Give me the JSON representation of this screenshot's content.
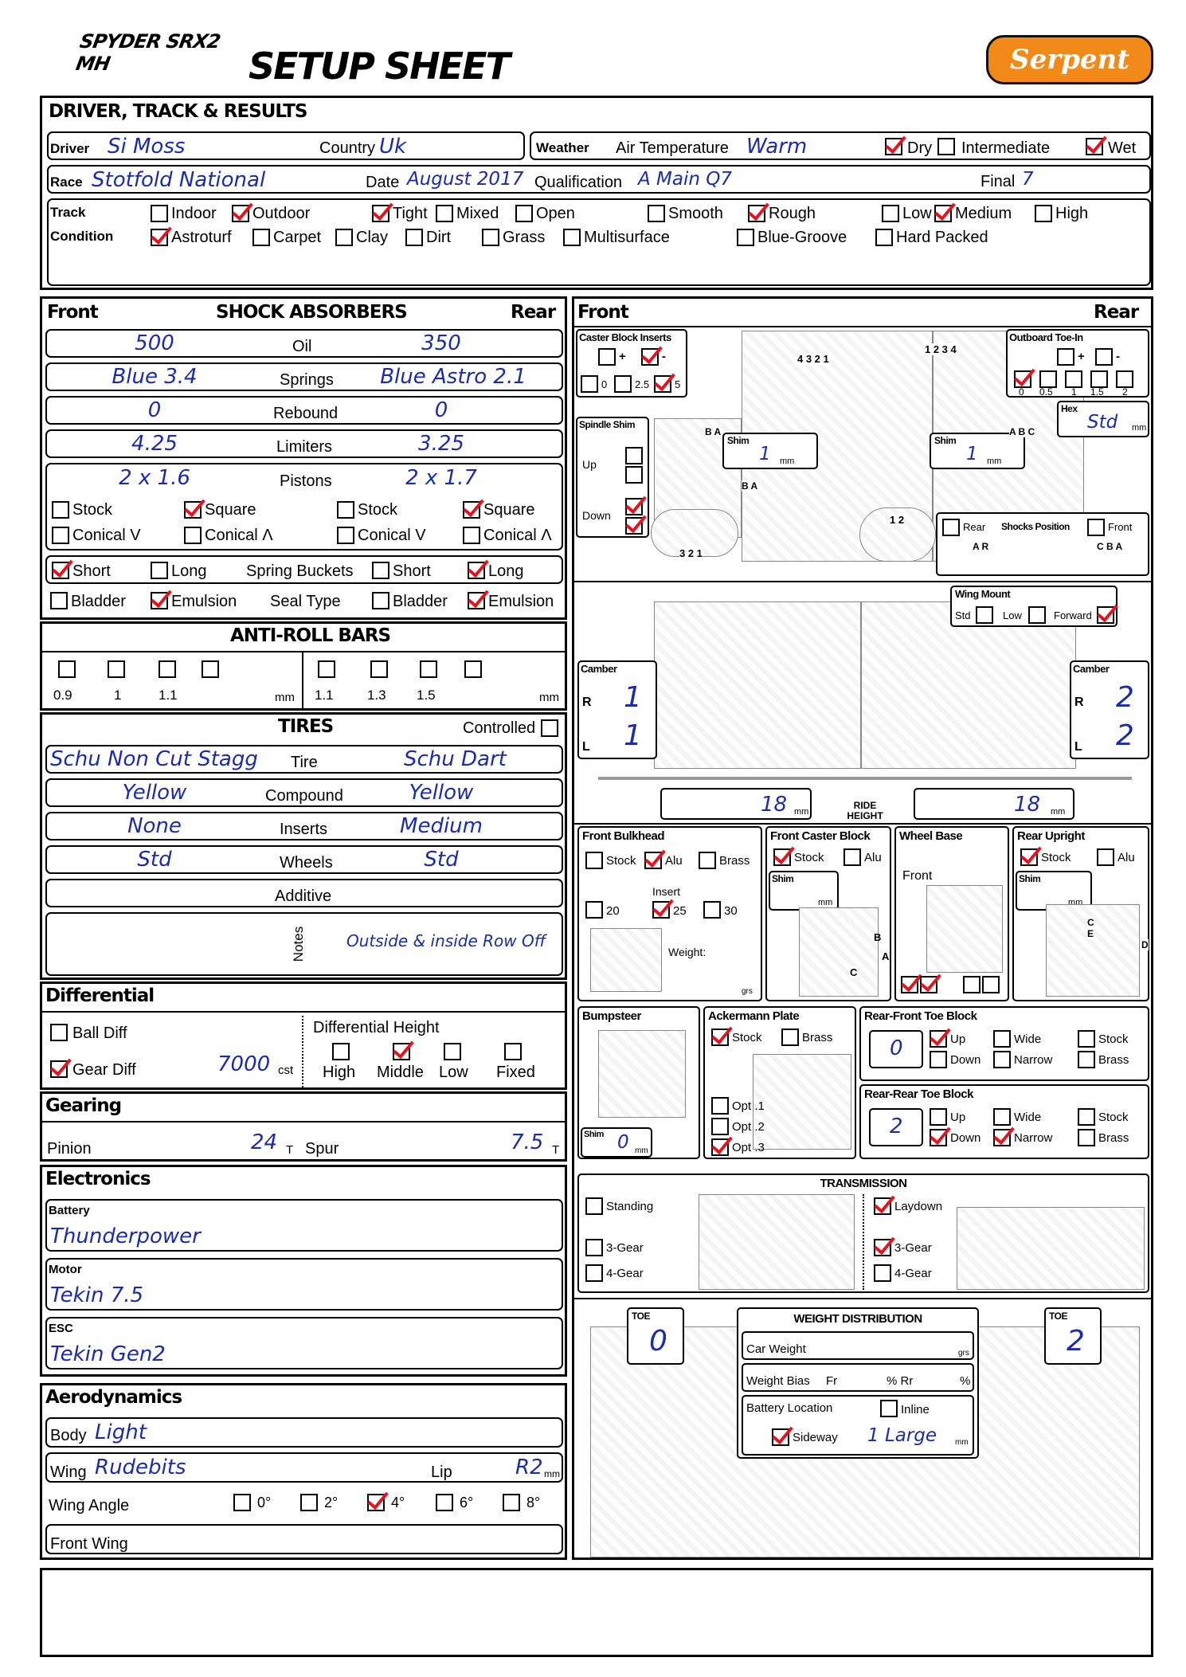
{
  "brand": {
    "logo": "SPYDER SRX2 MH",
    "title": "SETUP SHEET",
    "maker_logo": "Serpent"
  },
  "driver_section": {
    "header": "DRIVER, TRACK & RESULTS",
    "driver_label": "Driver",
    "driver": "Si Moss",
    "country_label": "Country",
    "country": "Uk",
    "weather_label": "Weather",
    "air_temp_label": "Air Temperature",
    "air_temp": "Warm",
    "dry": "Dry",
    "intermediate": "Intermediate",
    "wet": "Wet",
    "race_label": "Race",
    "race": "Stotfold National",
    "date_label": "Date",
    "date": "August 2017",
    "qual_label": "Qualification",
    "qual": "A Main Q7",
    "final_label": "Final",
    "final": "7",
    "track_label": "Track",
    "condition_label": "Condition",
    "indoor": "Indoor",
    "outdoor": "Outdoor",
    "tight": "Tight",
    "mixed": "Mixed",
    "open": "Open",
    "smooth": "Smooth",
    "rough": "Rough",
    "low": "Low",
    "medium": "Medium",
    "high": "High",
    "astroturf": "Astroturf",
    "carpet": "Carpet",
    "clay": "Clay",
    "dirt": "Dirt",
    "grass": "Grass",
    "multisurface": "Multisurface",
    "blue_groove": "Blue-Groove",
    "hard_packed": "Hard Packed"
  },
  "shocks": {
    "front": "Front",
    "header": "SHOCK ABSORBERS",
    "rear": "Rear",
    "oil_label": "Oil",
    "oil_f": "500",
    "oil_r": "350",
    "springs_label": "Springs",
    "springs_f": "Blue 3.4",
    "springs_r": "Blue Astro 2.1",
    "rebound_label": "Rebound",
    "rebound_f": "0",
    "rebound_r": "0",
    "limiters_label": "Limiters",
    "limiters_f": "4.25",
    "limiters_r": "3.25",
    "pistons_label": "Pistons",
    "pistons_f": "2 x 1.6",
    "pistons_r": "2 x 1.7",
    "stock": "Stock",
    "square": "Square",
    "conical_v": "Conical V",
    "conical_a": "Conical Λ",
    "short": "Short",
    "long": "Long",
    "spring_buckets": "Spring Buckets",
    "bladder": "Bladder",
    "emulsion": "Emulsion",
    "seal_type": "Seal Type"
  },
  "arb": {
    "header": "ANTI-ROLL BARS",
    "f": [
      "0.9",
      "1",
      "1.1"
    ],
    "r": [
      "1.1",
      "1.3",
      "1.5"
    ],
    "mm": "mm"
  },
  "tires": {
    "header": "TIRES",
    "controlled": "Controlled",
    "tire_label": "Tire",
    "tire_f": "Schu Non Cut Stagg",
    "tire_r": "Schu Dart",
    "compound_label": "Compound",
    "compound_f": "Yellow",
    "compound_r": "Yellow",
    "inserts_label": "Inserts",
    "inserts_f": "None",
    "inserts_r": "Medium",
    "wheels_label": "Wheels",
    "wheels_f": "Std",
    "wheels_r": "Std",
    "additive_label": "Additive",
    "notes_label": "Notes",
    "notes": "Outside & inside Row Off"
  },
  "diff": {
    "header": "Differential",
    "ball": "Ball Diff",
    "gear": "Gear Diff",
    "oil": "7000",
    "cst": "cst",
    "height_label": "Differential Height",
    "high": "High",
    "middle": "Middle",
    "low": "Low",
    "fixed": "Fixed"
  },
  "gearing": {
    "header": "Gearing",
    "pinion_label": "Pinion",
    "pinion": "24",
    "t": "T",
    "spur_label": "Spur",
    "spur": "7.5"
  },
  "electronics": {
    "header": "Electronics",
    "battery_label": "Battery",
    "battery": "Thunderpower",
    "motor_label": "Motor",
    "motor": "Tekin 7.5",
    "esc_label": "ESC",
    "esc": "Tekin Gen2"
  },
  "aero": {
    "header": "Aerodynamics",
    "body_label": "Body",
    "body": "Light",
    "wing_label": "Wing",
    "wing": "Rudebits",
    "lip_label": "Lip",
    "lip": "R2",
    "mm": "mm",
    "angle_label": "Wing Angle",
    "angles": [
      "0°",
      "2°",
      "4°",
      "6°",
      "8°"
    ],
    "front_wing_label": "Front Wing"
  },
  "right": {
    "front": "Front",
    "rear": "Rear",
    "caster_inserts": "Caster Block Inserts",
    "plus": "+",
    "minus": "-",
    "ci_vals": [
      "0",
      "2.5",
      "5"
    ],
    "outboard_toe": "Outboard Toe-In",
    "ot_vals": [
      "0",
      "0.5",
      "1",
      "1.5",
      "2"
    ],
    "spindle_shim": "Spindle Shim",
    "up": "Up",
    "down": "Down",
    "ba": "B A",
    "shim": "Shim",
    "shim_f": "1",
    "shim_r": "1",
    "mm": "mm",
    "hex": "Hex",
    "hex_val": "Std",
    "abc": "A B C",
    "nums_top_f": "4 3 2 1",
    "nums_top_r": "1 2 3 4",
    "nums_bot": "3 2 1",
    "nums_12": "1 2",
    "shock_rear": "Rear",
    "shock_pos": "Shocks Position",
    "shock_front": "Front",
    "ar": "A R",
    "cba": "C B A",
    "wing_mount": "Wing Mount",
    "std": "Std",
    "low": "Low",
    "forward": "Forward",
    "camber": "Camber",
    "r": "R",
    "l": "L",
    "camber_fr": "1",
    "camber_fl": "1",
    "camber_rr": "2",
    "camber_rl": "2",
    "ride_height": "RIDE HEIGHT",
    "rh_f": "18",
    "rh_r": "18",
    "front_bulkhead": "Front Bulkhead",
    "stock": "Stock",
    "alu": "Alu",
    "brass": "Brass",
    "insert": "Insert",
    "ins_vals": [
      "20",
      "25",
      "30"
    ],
    "weight": "Weight:",
    "grs": "grs",
    "front_caster": "Front Caster Block",
    "wheel_base": "Wheel Base",
    "wb_front": "Front",
    "rear_upright": "Rear Upright",
    "b": "B",
    "c": "C",
    "a": "A",
    "e": "E",
    "d": "D",
    "bumpsteer": "Bumpsteer",
    "bs_shim": "0",
    "ackermann": "Ackermann Plate",
    "opt1": "Opt .1",
    "opt2": "Opt .2",
    "opt3": "Opt .3",
    "rf_toe": "Rear-Front Toe Block",
    "rr_toe": "Rear-Rear Toe Block",
    "rf_val": "0",
    "rr_val": "2",
    "wide": "Wide",
    "narrow": "Narrow",
    "transmission": "TRANSMISSION",
    "standing": "Standing",
    "laydown": "Laydown",
    "g3": "3-Gear",
    "g4": "4-Gear",
    "toe": "TOE",
    "toe_f": "0",
    "toe_r": "2",
    "weight_dist": "WEIGHT DISTRIBUTION",
    "car_weight": "Car Weight",
    "weight_bias": "Weight Bias",
    "fr": "Fr",
    "pct_rr": "% Rr",
    "pct": "%",
    "battery_loc": "Battery Location",
    "inline": "Inline",
    "sideway": "Sideway",
    "batt_val": "1 Large"
  }
}
